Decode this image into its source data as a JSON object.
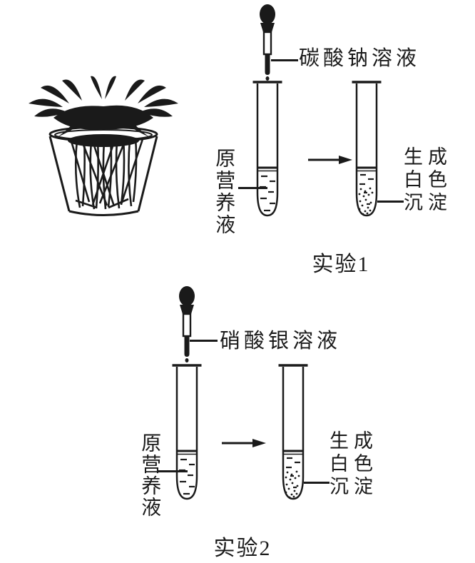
{
  "figure": {
    "ink_color": "#1a1a1a",
    "background_color": "#ffffff"
  },
  "plant": {
    "name": "hydroponic-plant-in-pot"
  },
  "experiment1": {
    "reagent_label": "碳酸钠溶液",
    "tube_label": "原营养液",
    "result_line1": "生成",
    "result_line2": "白色",
    "result_line3": "沉淀",
    "caption": "实验1"
  },
  "experiment2": {
    "reagent_label": "硝酸银溶液",
    "tube_label": "原营养液",
    "result_line1": "生成",
    "result_line2": "白色",
    "result_line3": "沉淀",
    "caption": "实验2"
  }
}
